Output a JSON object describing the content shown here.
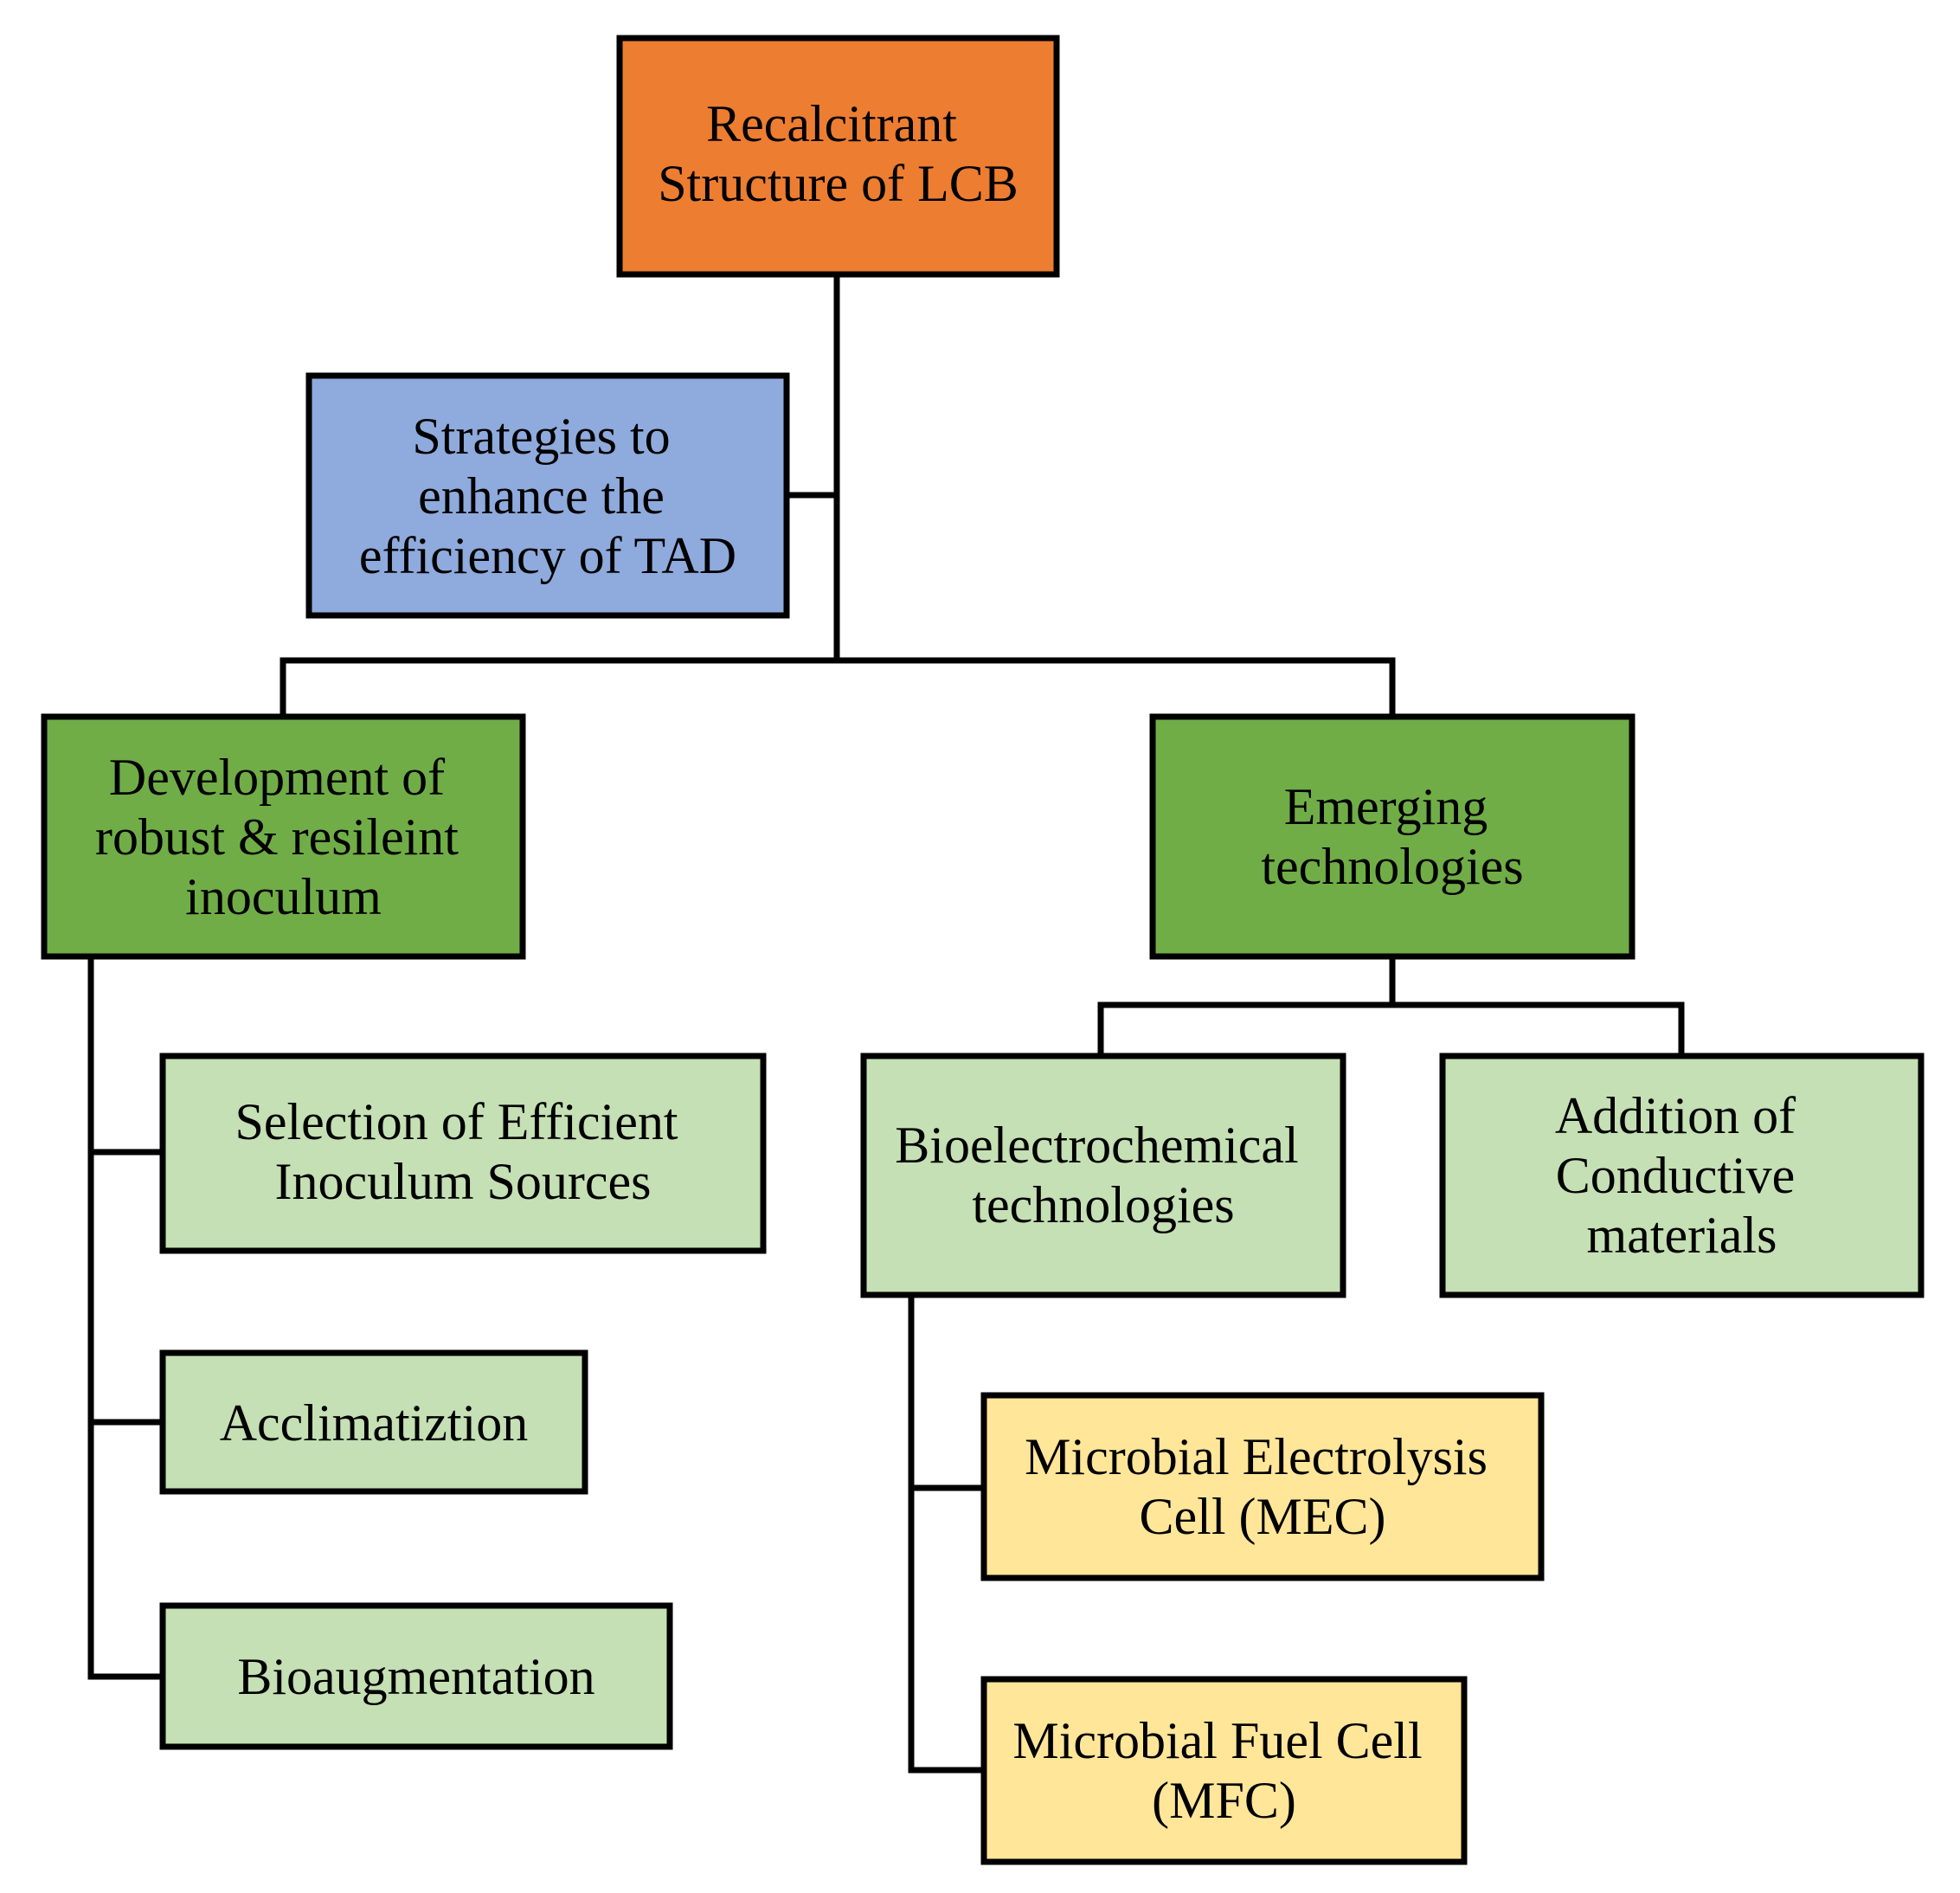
{
  "colors": {
    "root": "#ED7D31",
    "strategy": "#8FAADC",
    "branch": "#70AD47",
    "leaf": "#C5E0B4",
    "cell": "#FFE699",
    "stroke": "#000000",
    "background": "#FFFFFF"
  },
  "nodes": {
    "root": {
      "lines": [
        "Recalcitrant",
        "Structure of LCB"
      ]
    },
    "strategies": {
      "lines": [
        "Strategies to",
        "enhance the",
        "efficiency of TAD"
      ]
    },
    "inoculum": {
      "lines": [
        "Development of",
        "robust & resileint",
        "inoculum"
      ]
    },
    "emerging": {
      "lines": [
        "Emerging",
        "technologies"
      ]
    },
    "selection": {
      "lines": [
        "Selection of Efficient",
        "Inoculum Sources"
      ]
    },
    "acclimatization": {
      "lines": [
        "Acclimatiztion"
      ]
    },
    "bioaugmentation": {
      "lines": [
        "Bioaugmentation"
      ]
    },
    "bioelectrochemical": {
      "lines": [
        "Bioelectrochemical",
        "technologies"
      ]
    },
    "conductive": {
      "lines": [
        "Addition of",
        "Conductive",
        "materials"
      ]
    },
    "mec": {
      "lines": [
        "Microbial Electrolysis",
        "Cell (MEC)"
      ]
    },
    "mfc": {
      "lines": [
        "Microbial Fuel Cell",
        "(MFC)"
      ]
    }
  }
}
